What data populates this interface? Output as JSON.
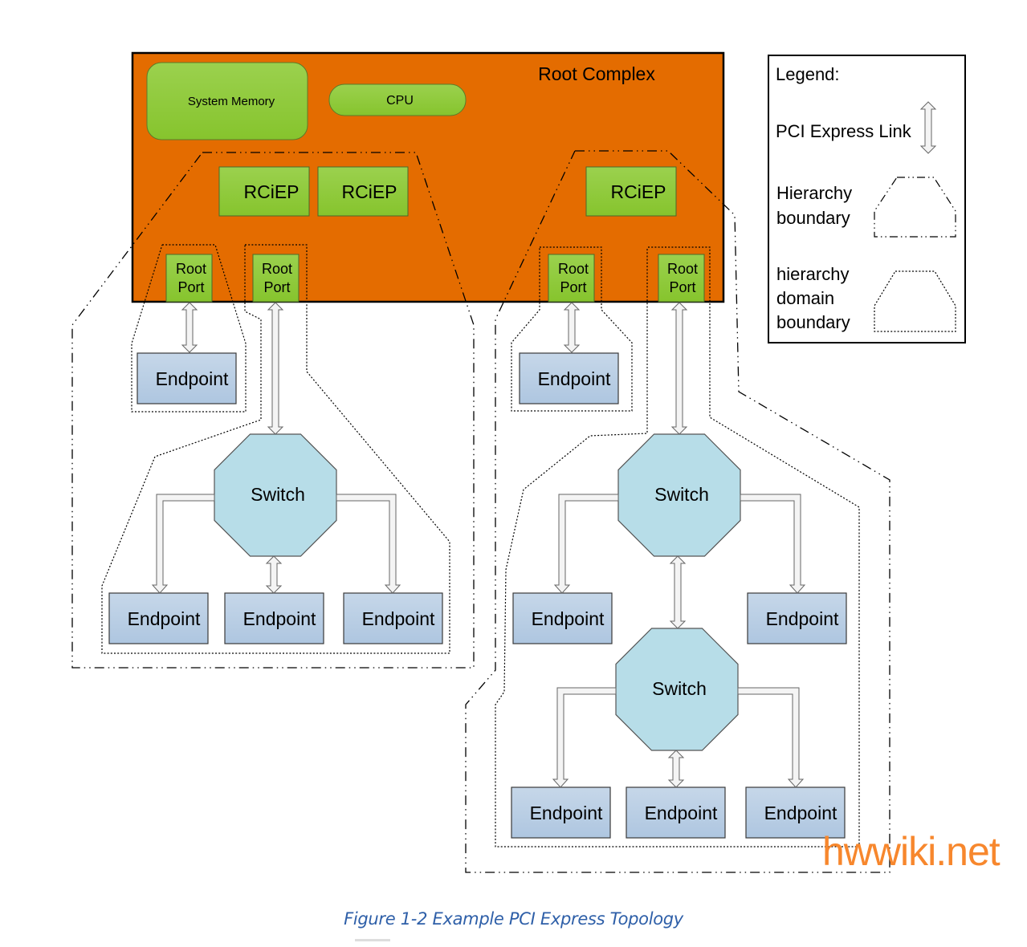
{
  "root_complex": {
    "title": "Root Complex",
    "system_memory": "System Memory",
    "cpu": "CPU",
    "rciep_label": "RCiEP",
    "root_port_line1": "Root",
    "root_port_line2": "Port"
  },
  "nodes": {
    "endpoint_label": "Endpoint",
    "switch_label": "Switch"
  },
  "legend": {
    "title": "Legend:",
    "link_label": "PCI Express Link",
    "hierarchy_line1": "Hierarchy",
    "hierarchy_line2": "boundary",
    "domain_line1": "hierarchy",
    "domain_line2": "domain",
    "domain_line3": "boundary"
  },
  "caption": "Figure 1-2 Example PCI Express Topology",
  "watermark": "hwwiki.net",
  "colors": {
    "root_complex": "#e46c00",
    "green_box": "#8dc63f",
    "endpoint": "#b8cce4",
    "switch": "#b7dde8",
    "caption": "#2e5fa8",
    "watermark": "#f7872d"
  }
}
